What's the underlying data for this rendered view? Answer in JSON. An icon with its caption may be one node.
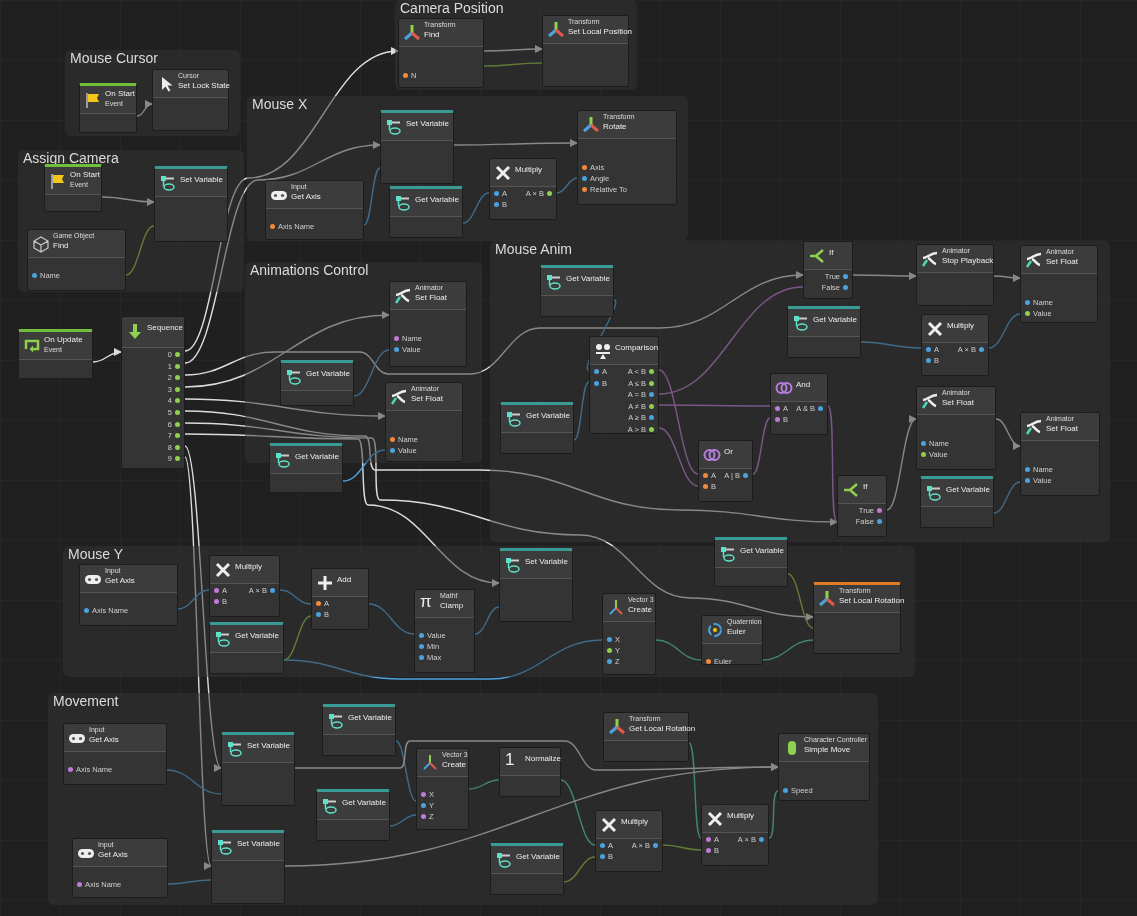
{
  "diagram": {
    "nodes": [
      {
        "text": [
          "Camera Position"
        ]
      },
      {
        "text": [
          "Mouse Cursor"
        ]
      },
      {
        "text": [
          "Mouse X"
        ]
      },
      {
        "text": [
          "Assign Camera"
        ]
      },
      {
        "text": [
          "Animations Control"
        ]
      },
      {
        "text": [
          "Mouse Anim"
        ]
      },
      {
        "text": [
          "Mouse Y"
        ]
      },
      {
        "text": [
          "Movement"
        ]
      },
      {
        "text": [
          "Transform",
          "Find",
          "N"
        ],
        "in": 0
      },
      {
        "text": [
          "Transform",
          "Set Local Position"
        ],
        "in": 0
      },
      {
        "text": [
          "On Start",
          "Event"
        ],
        "in": 1
      },
      {
        "text": [
          "Cursor",
          "Set Lock State"
        ],
        "in": 1
      },
      {
        "text": [
          "Input",
          "Get Axis",
          "Axis Name"
        ],
        "in": 2
      },
      {
        "text": [
          "Set Variable"
        ],
        "in": 2
      },
      {
        "text": [
          "Get Variable"
        ],
        "in": 2
      },
      {
        "text": [
          "Multiply",
          "A",
          "A × B",
          "B"
        ],
        "in": 2
      },
      {
        "text": [
          "Transform",
          "Rotate",
          "Axis",
          "Angle",
          "Relative To"
        ],
        "in": 2
      },
      {
        "text": [
          "On Start",
          "Event"
        ],
        "in": 3
      },
      {
        "text": [
          "Set Variable"
        ],
        "in": 3
      },
      {
        "text": [
          "Game Object",
          "Find",
          "Name"
        ],
        "in": 3
      },
      {
        "text": [
          "On Update",
          "Event"
        ]
      },
      {
        "text": [
          "Sequence",
          "0",
          "1",
          "2",
          "3",
          "4",
          "5",
          "6",
          "7",
          "8",
          "9"
        ]
      },
      {
        "text": [
          "Animator",
          "Set Float",
          "Name",
          "Value"
        ],
        "in": 4
      },
      {
        "text": [
          "Get Variable"
        ],
        "in": 4
      },
      {
        "text": [
          "Animator",
          "Set Float",
          "Name",
          "Value"
        ],
        "in": 4
      },
      {
        "text": [
          "Get Variable"
        ]
      },
      {
        "text": [
          "Get Variable"
        ],
        "in": 5
      },
      {
        "text": [
          "Comparison",
          "A",
          "A < B",
          "B",
          "A ≤ B",
          "A = B",
          "A ≠ B",
          "A ≥ B",
          "A > B"
        ],
        "in": 5
      },
      {
        "text": [
          "Get Variable"
        ],
        "in": 5
      },
      {
        "text": [
          "If",
          "True",
          "False"
        ],
        "in": 5
      },
      {
        "text": [
          "Animator",
          "Stop Playback"
        ],
        "in": 5
      },
      {
        "text": [
          "Animator",
          "Set Float",
          "Name",
          "Value"
        ],
        "in": 5
      },
      {
        "text": [
          "Get Variable"
        ],
        "in": 5
      },
      {
        "text": [
          "Multiply",
          "A",
          "A × B",
          "B"
        ],
        "in": 5
      },
      {
        "text": [
          "And",
          "A",
          "A & B",
          "B"
        ],
        "in": 5
      },
      {
        "text": [
          "Animator",
          "Set Float",
          "Name",
          "Value"
        ],
        "in": 5
      },
      {
        "text": [
          "Or",
          "A",
          "A | B",
          "B"
        ],
        "in": 5
      },
      {
        "text": [
          "Animator",
          "Set Float",
          "Name",
          "Value"
        ],
        "in": 5
      },
      {
        "text": [
          "If",
          "True",
          "False"
        ],
        "in": 5
      },
      {
        "text": [
          "Get Variable"
        ],
        "in": 5
      },
      {
        "text": [
          "Get Variable"
        ]
      },
      {
        "text": [
          "Input",
          "Get Axis",
          "Axis Name"
        ],
        "in": 6
      },
      {
        "text": [
          "Multiply",
          "A",
          "A × B",
          "B"
        ],
        "in": 6
      },
      {
        "text": [
          "Get Variable"
        ],
        "in": 6
      },
      {
        "text": [
          "Add",
          "A",
          "B"
        ],
        "in": 6
      },
      {
        "text": [
          "π",
          "Mathf",
          "Clamp",
          "Value",
          "Min",
          "Max"
        ],
        "in": 6
      },
      {
        "text": [
          "Set Variable"
        ],
        "in": 6
      },
      {
        "text": [
          "Vector 3",
          "Create",
          "X",
          "Y",
          "Z"
        ],
        "in": 6
      },
      {
        "text": [
          "Quaternion",
          "Euler",
          "Euler"
        ],
        "in": 6
      },
      {
        "text": [
          "Transform",
          "Set Local Rotation"
        ],
        "in": 6
      },
      {
        "text": [
          "Input",
          "Get Axis",
          "Axis Name"
        ],
        "in": 7
      },
      {
        "text": [
          "Set Variable"
        ],
        "in": 7
      },
      {
        "text": [
          "Get Variable"
        ],
        "in": 7
      },
      {
        "text": [
          "Get Variable"
        ],
        "in": 7
      },
      {
        "text": [
          "Vector 3",
          "Create",
          "X",
          "Y",
          "Z"
        ],
        "in": 7
      },
      {
        "text": [
          "1",
          "Normalize"
        ],
        "in": 7
      },
      {
        "text": [
          "Transform",
          "Get Local Rotation"
        ],
        "in": 7
      },
      {
        "text": [
          "Character Controller",
          "Simple Move",
          "Speed"
        ],
        "in": 7
      },
      {
        "text": [
          "Input",
          "Get Axis",
          "Axis Name"
        ],
        "in": 7
      },
      {
        "text": [
          "Set Variable"
        ],
        "in": 7
      },
      {
        "text": [
          "Get Variable"
        ],
        "in": 7
      },
      {
        "text": [
          "Multiply",
          "A",
          "A × B",
          "B"
        ],
        "in": 7
      },
      {
        "text": [
          "Multiply",
          "A",
          "A × B",
          "B"
        ],
        "in": 7
      }
    ],
    "edges": [
      {
        "from": 10,
        "to": 11,
        "arrow": "to"
      },
      {
        "from": 8,
        "to": 9,
        "arrow": "to"
      },
      {
        "from": 8,
        "to": 9,
        "arrow": "none",
        "color": "#8fc33a"
      },
      {
        "from": 17,
        "to": 18,
        "arrow": "to"
      },
      {
        "from": 19,
        "to": 18,
        "arrow": "none",
        "color": "#8fc33a"
      },
      {
        "from": 20,
        "to": 21,
        "arrow": "to"
      },
      {
        "from": 21,
        "to": 8,
        "arrow": "to"
      },
      {
        "from": 21,
        "to": 13,
        "arrow": "to"
      },
      {
        "from": 21,
        "to": 29,
        "arrow": "to"
      },
      {
        "from": 21,
        "to": 22,
        "arrow": "to"
      },
      {
        "from": 21,
        "to": 24,
        "arrow": "to"
      },
      {
        "from": 21,
        "to": 38,
        "arrow": "to"
      },
      {
        "from": 21,
        "to": 49,
        "arrow": "to"
      },
      {
        "from": 21,
        "to": 46,
        "arrow": "to"
      },
      {
        "from": 21,
        "to": 51,
        "arrow": "to"
      },
      {
        "from": 21,
        "to": 59,
        "arrow": "to"
      },
      {
        "from": 12,
        "to": 13,
        "arrow": "none",
        "color": "#4aa3df"
      },
      {
        "from": 14,
        "to": 15,
        "arrow": "none",
        "color": "#4aa3df"
      },
      {
        "from": 15,
        "to": 16,
        "arrow": "none",
        "color": "#4aa3df"
      },
      {
        "from": 13,
        "to": 16,
        "arrow": "to"
      },
      {
        "from": 23,
        "to": 22,
        "arrow": "none",
        "color": "#4aa3df"
      },
      {
        "from": 25,
        "to": 24,
        "arrow": "none",
        "color": "#4aa3df"
      },
      {
        "from": 26,
        "to": 27,
        "arrow": "none",
        "color": "#4aa3df"
      },
      {
        "from": 28,
        "to": 27,
        "arrow": "none",
        "color": "#4aa3df"
      },
      {
        "from": 27,
        "to": 29,
        "arrow": "none",
        "color": "#c07ad8"
      },
      {
        "from": 27,
        "to": 34,
        "arrow": "none",
        "color": "#c07ad8"
      },
      {
        "from": 27,
        "to": 36,
        "arrow": "none",
        "color": "#c07ad8"
      },
      {
        "from": 27,
        "to": 36,
        "arrow": "none",
        "color": "#c07ad8"
      },
      {
        "from": 36,
        "to": 34,
        "arrow": "none",
        "color": "#c07ad8"
      },
      {
        "from": 34,
        "to": 38,
        "arrow": "none",
        "color": "#c07ad8"
      },
      {
        "from": 29,
        "to": 30,
        "arrow": "to"
      },
      {
        "from": 30,
        "to": 31,
        "arrow": "to"
      },
      {
        "from": 32,
        "to": 33,
        "arrow": "none",
        "color": "#4aa3df"
      },
      {
        "from": 33,
        "to": 31,
        "arrow": "none",
        "color": "#4aa3df"
      },
      {
        "from": 38,
        "to": 35,
        "arrow": "to"
      },
      {
        "from": 35,
        "to": 37,
        "arrow": "to"
      },
      {
        "from": 39,
        "to": 37,
        "arrow": "none",
        "color": "#4aa3df"
      },
      {
        "from": 41,
        "to": 42,
        "arrow": "none",
        "color": "#4aa3df"
      },
      {
        "from": 42,
        "to": 44,
        "arrow": "none",
        "color": "#4aa3df"
      },
      {
        "from": 43,
        "to": 44,
        "arrow": "none",
        "color": "#8fc33a"
      },
      {
        "from": 43,
        "to": 47,
        "arrow": "none",
        "color": "#4aa3df"
      },
      {
        "from": 44,
        "to": 45,
        "arrow": "none",
        "color": "#4aa3df"
      },
      {
        "from": 45,
        "to": 46,
        "arrow": "none",
        "color": "#4aa3df"
      },
      {
        "from": 47,
        "to": 48,
        "arrow": "none",
        "color": "#4ed6b8"
      },
      {
        "from": 48,
        "to": 49,
        "arrow": "none",
        "color": "#4ed6b8"
      },
      {
        "from": 40,
        "to": 49,
        "arrow": "none",
        "color": "#8fc33a"
      },
      {
        "from": 50,
        "to": 51,
        "arrow": "none",
        "color": "#4aa3df"
      },
      {
        "from": 58,
        "to": 59,
        "arrow": "none",
        "color": "#4aa3df"
      },
      {
        "from": 52,
        "to": 54,
        "arrow": "none",
        "color": "#4aa3df"
      },
      {
        "from": 53,
        "to": 54,
        "arrow": "none",
        "color": "#4aa3df"
      },
      {
        "from": 54,
        "to": 55,
        "arrow": "none",
        "color": "#4ed6b8"
      },
      {
        "from": 55,
        "to": 61,
        "arrow": "none",
        "color": "#4ed6b8"
      },
      {
        "from": 60,
        "to": 61,
        "arrow": "none",
        "color": "#8fc33a"
      },
      {
        "from": 61,
        "to": 62,
        "arrow": "none",
        "color": "#8fc33a"
      },
      {
        "from": 56,
        "to": 62,
        "arrow": "none",
        "color": "#4ed6b8"
      },
      {
        "from": 62,
        "to": 57,
        "arrow": "none",
        "color": "#4ed6b8"
      },
      {
        "from": 51,
        "to": 57,
        "arrow": "to"
      },
      {
        "from": 59,
        "to": 57,
        "arrow": "to"
      }
    ]
  }
}
